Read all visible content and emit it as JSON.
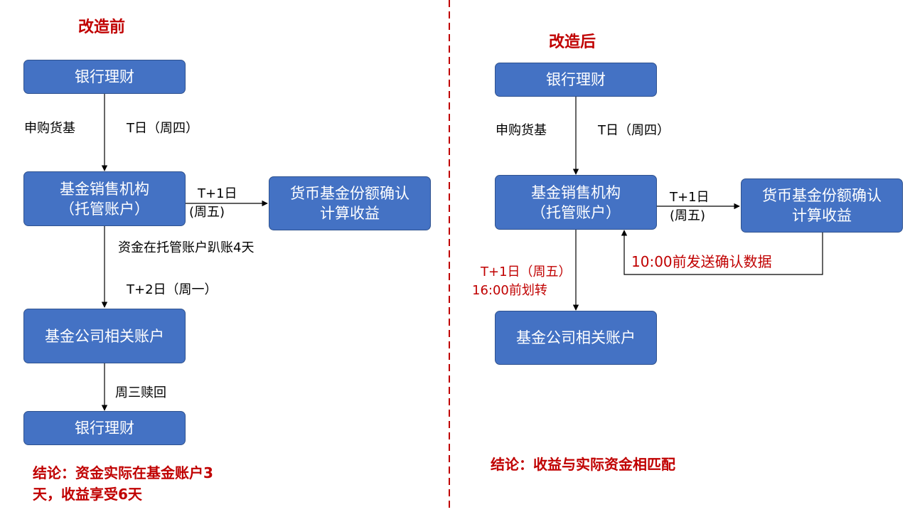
{
  "colors": {
    "box_fill": "#4472c4",
    "box_border": "#2f528f",
    "accent_red": "#c00000"
  },
  "before": {
    "heading": "改造前",
    "boxes": {
      "bank1": "银行理财",
      "sales": "基金销售机构\n（托管账户）",
      "mmf": "货币基金份额确认\n计算收益",
      "fundco": "基金公司相关账户",
      "bank2": "银行理财"
    },
    "labels": {
      "subscribe": "申购货基",
      "t_day": "T日（周四）",
      "t1_line1": "T+1日",
      "t1_line2": "(周五)",
      "idle": "资金在托管账户趴账4天",
      "t2": "T+2日（周一）",
      "redeem": "周三赎回"
    },
    "conclusion": "结论：资金实际在基金账户3天，收益享受6天"
  },
  "after": {
    "heading": "改造后",
    "boxes": {
      "bank": "银行理财",
      "sales": "基金销售机构\n（托管账户）",
      "mmf": "货币基金份额确认\n计算收益",
      "fundco": "基金公司相关账户"
    },
    "labels": {
      "subscribe": "申购货基",
      "t_day": "T日（周四）",
      "t1_line1": "T+1日",
      "t1_line2": "(周五)",
      "transfer_line1": "T+1日（周五）",
      "transfer_line2": "16:00前划转",
      "confirm": "10:00前发送确认数据"
    },
    "conclusion": "结论：收益与实际资金相匹配"
  }
}
